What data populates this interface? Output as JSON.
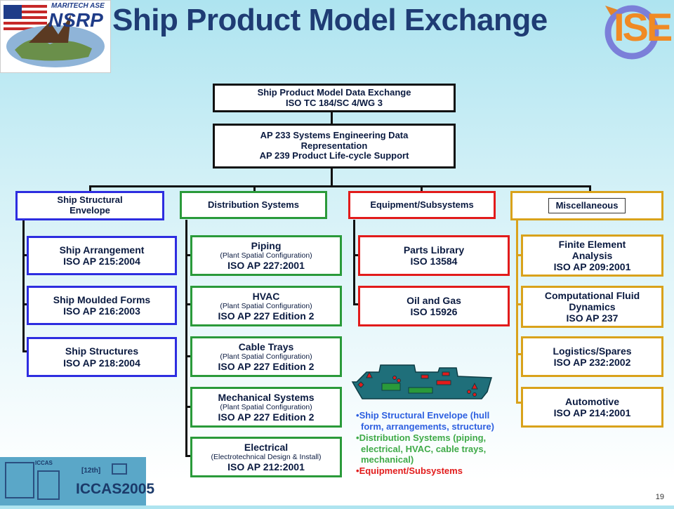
{
  "title": "Ship Product Model Exchange",
  "logos": {
    "left": {
      "small_text": "MARITECH ASE",
      "main_text": "NSRP"
    },
    "right": {
      "text": "ISE"
    },
    "bottom": {
      "top_text": "[12th]",
      "main_text": "ICCAS2005",
      "small_text": "ICCAS"
    }
  },
  "top_box": {
    "line1": "Ship Product Model Data Exchange",
    "line2": "ISO TC 184/SC 4/WG 3"
  },
  "second_box": {
    "line1": "AP 233 Systems Engineering Data",
    "line2": "Representation",
    "line3": "AP 239 Product Life-cycle Support"
  },
  "columns": {
    "structural": {
      "header": [
        "Ship Structural",
        "Envelope"
      ],
      "items": [
        {
          "name": "Ship Arrangement",
          "code": "ISO AP 215:2004"
        },
        {
          "name": "Ship Moulded Forms",
          "code": "ISO AP 216:2003"
        },
        {
          "name": "Ship Structures",
          "code": "ISO AP 218:2004"
        }
      ]
    },
    "distribution": {
      "header": "Distribution Systems",
      "items": [
        {
          "name": "Piping",
          "sub": "(Plant Spatial Configuration)",
          "code": "ISO AP 227:2001"
        },
        {
          "name": "HVAC",
          "sub": "(Plant Spatial Configuration)",
          "code": "ISO AP 227 Edition 2"
        },
        {
          "name": "Cable Trays",
          "sub": "(Plant Spatial Configuration)",
          "code": "ISO AP 227 Edition 2"
        },
        {
          "name": "Mechanical Systems",
          "sub": "(Plant Spatial Configuration)",
          "code": "ISO AP 227 Edition 2"
        },
        {
          "name": "Electrical",
          "sub": "(Electrotechnical Design & Install)",
          "code": "ISO AP 212:2001"
        }
      ]
    },
    "equipment": {
      "header": "Equipment/Subsystems",
      "items": [
        {
          "name": "Parts Library",
          "code": "ISO 13584"
        },
        {
          "name": "Oil and Gas",
          "code": "ISO 15926"
        }
      ]
    },
    "misc": {
      "header": "Miscellaneous",
      "items": [
        {
          "name": [
            "Finite Element",
            "Analysis"
          ],
          "code": "ISO AP 209:2001"
        },
        {
          "name": [
            "Computational Fluid",
            "Dynamics"
          ],
          "code": "ISO AP 237"
        },
        {
          "name": [
            "Logistics/Spares"
          ],
          "code": "ISO AP 232:2002"
        },
        {
          "name": [
            "Automotive"
          ],
          "code": "ISO AP 214:2001"
        }
      ]
    }
  },
  "legend": [
    {
      "text": "Ship Structural Envelope (hull form, arrangements, structure)",
      "color": "#2d5fe0"
    },
    {
      "text": "Distribution Systems (piping, electrical, HVAC, cable trays, mechanical)",
      "color": "#3faa48"
    },
    {
      "text": "Equipment/Subsystems",
      "color": "#e21b1b"
    }
  ],
  "page_number": "19"
}
